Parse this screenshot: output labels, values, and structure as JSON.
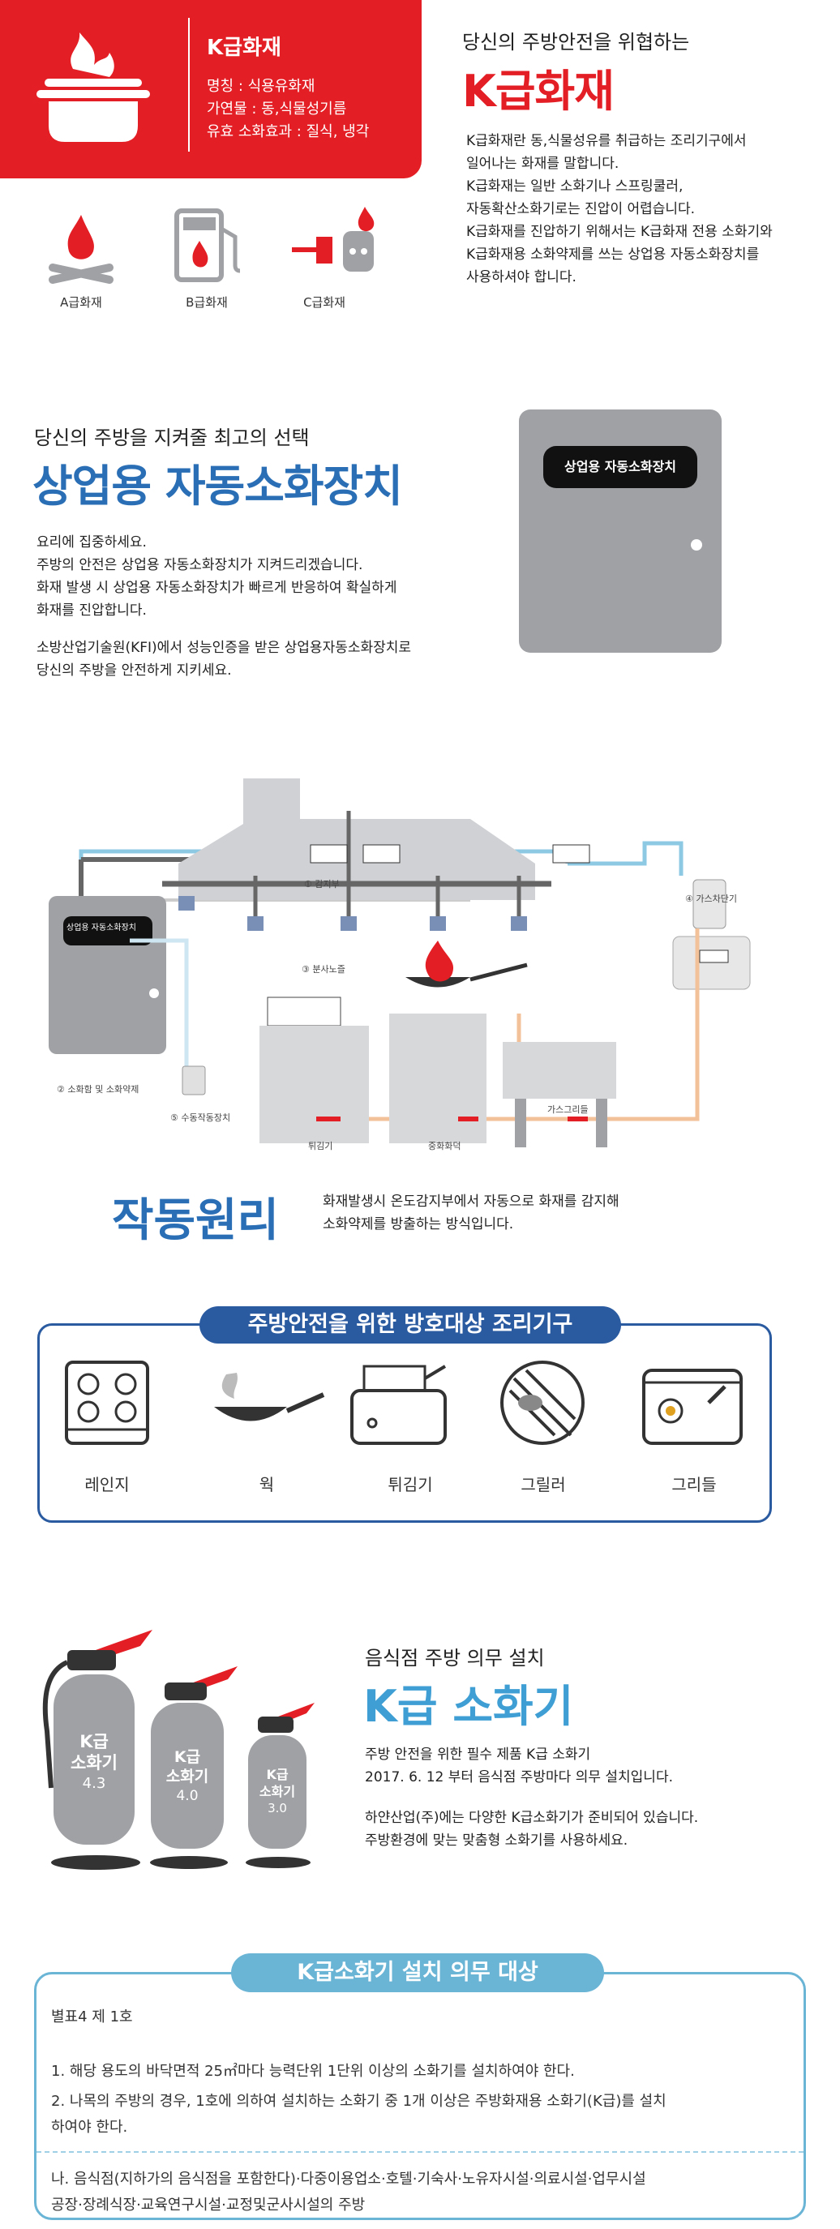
{
  "k_fire": {
    "box_title": "K급화재",
    "box_lines": [
      "명칭 : 식용유화재",
      "가연물 : 동,식물성기름",
      "유효 소화효과 : 질식, 냉각"
    ],
    "subtitle": "당신의 주방안전을 위협하는",
    "title": "K급화재",
    "description": [
      "K급화재란 동,식물성유를 취급하는 조리기구에서",
      "일어나는 화재를 말합니다.",
      "K급화재는 일반 소화기나 스프링쿨러,",
      "자동확산소화기로는 진압이 어렵습니다.",
      "K급화재를 진압하기 위해서는 K급화재 전용 소화기와",
      " K급화재용 소화약제를 쓰는 상업용 자동소화장치를",
      "사용하셔야 합니다."
    ],
    "class_labels": [
      "A급화재",
      "B급화재",
      "C급화재"
    ]
  },
  "auto_system": {
    "subtitle": "당신의 주방을 지켜줄 최고의 선택",
    "title": "상업용 자동소화장치",
    "description": [
      "요리에 집중하세요.",
      "주방의 안전은 상업용 자동소화장치가 지켜드리겠습니다.",
      "화재 발생 시 상업용 자동소화장치가 빠르게 반응하여 확실하게",
      "화재를 진압합니다."
    ],
    "description2": [
      "소방산업기술원(KFI)에서 성능인증을 받은 상업용자동소화장치로",
      "당신의 주방을 안전하게 지키세요."
    ],
    "cabinet_label": "상업용 자동소화장치"
  },
  "diagram": {
    "cabinet_label": "상업용 자동소화장치",
    "labels": {
      "detector": "① 감지부",
      "cabinet": "② 소화함 및 소화약제",
      "nozzle": "③ 분사노즐",
      "gas_valve": "④ 가스차단기",
      "manual": "⑤ 수동작동장치",
      "fryer": "튀김기",
      "wok": "중화화덕",
      "griddle": "가스그리들"
    }
  },
  "operation": {
    "title": "작동원리",
    "description": [
      "화재발생시 온도감지부에서 자동으로 화재를 감지해",
      "소화약제를 방출하는 방식입니다."
    ]
  },
  "appliances": {
    "title": "주방안전을 위한 방호대상 조리기구",
    "items": [
      "레인지",
      "웍",
      "튀김기",
      "그릴러",
      "그리들"
    ]
  },
  "extinguisher": {
    "subtitle": "음식점 주방 의무 설치",
    "title": "K급 소화기",
    "description": [
      "주방 안전을 위한 필수 제품 K급 소화기",
      "2017. 6. 12 부터 음식점 주방마다 의무 설치입니다."
    ],
    "description2": [
      "하얀산업(주)에는 다양한 K급소화기가 준비되어 있습니다.",
      "주방환경에 맞는 맞춤형 소화기를 사용하세요."
    ],
    "units": [
      {
        "label": "K급\n소화기",
        "size": "4.3"
      },
      {
        "label": "K급\n소화기",
        "size": "4.0"
      },
      {
        "label": "K급\n소화기",
        "size": "3.0"
      }
    ]
  },
  "law": {
    "title": "K급소화기 설치 의무 대상",
    "ref": "별표4 제 1호",
    "items": [
      "1. 해당 용도의 바닥면적 25㎡마다 능력단위 1단위 이상의 소화기를 설치하여야 한다.",
      "2. 나목의 주방의 경우, 1호에 의하여 설치하는 소화기 중 1개 이상은 주방화재용 소화기(K급)를 설치",
      "하여야 한다."
    ],
    "targets": [
      "나. 음식점(지하가의 음식점을 포함한다)·다중이용업소·호텔·기숙사·노유자시설·의료시설·업무시설",
      "공장·장례식장·교육연구시설·교정및군사시설의 주방"
    ]
  },
  "colors": {
    "red": "#e31e24",
    "blue": "#2a6fb6",
    "navy": "#2a5aa0",
    "skyblue": "#6ab4d6",
    "gray": "#9fa1a4"
  }
}
